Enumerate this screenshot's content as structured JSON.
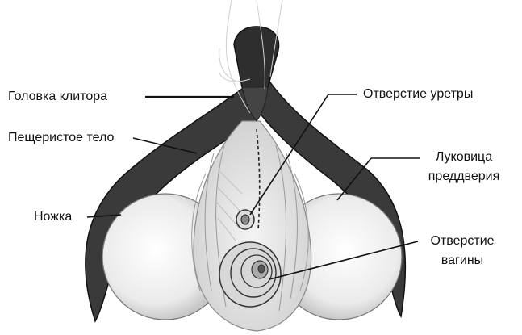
{
  "labels": {
    "glans": "Головка клитора",
    "body": "Пещеристое тело",
    "crus": "Ножка",
    "urethra": "Отверстие уретры",
    "bulb_line1": "Луковица",
    "bulb_line2": "преддверия",
    "vagina_line1": "Отверстие",
    "vagina_line2": "вагины"
  }
}
